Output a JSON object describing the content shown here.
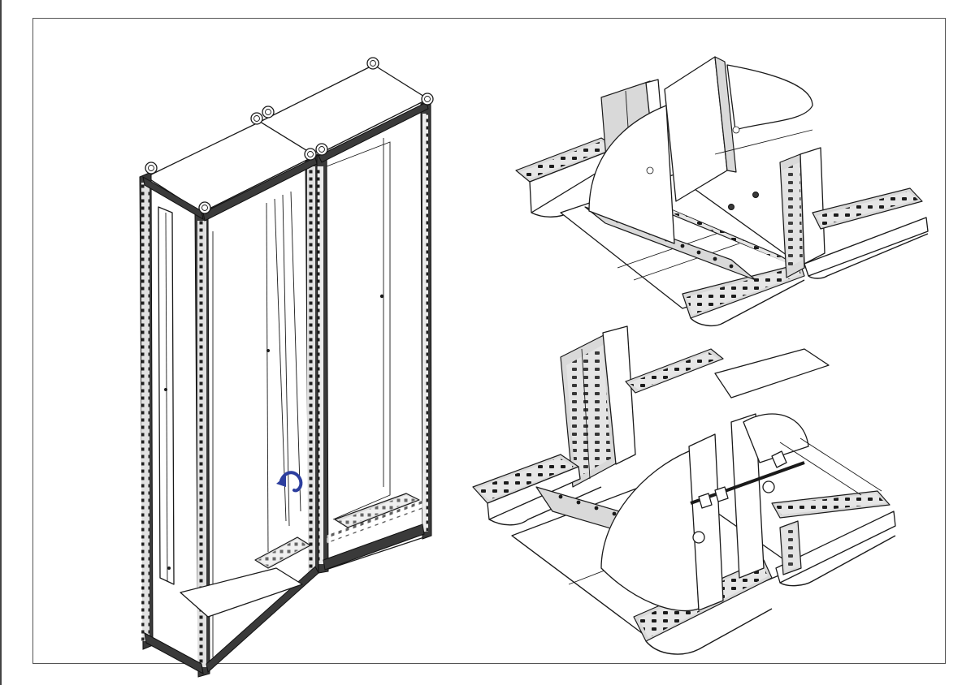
{
  "figure": {
    "panels": [
      {
        "id": "cabinets",
        "content": "two-enclosure-frames-joined"
      },
      {
        "id": "joint-top",
        "content": "base-frame-corner-joint-with-partition"
      },
      {
        "id": "joint-bottom",
        "content": "base-frame-t-joint-with-partition-bolt"
      }
    ]
  },
  "colors": {
    "line": "#1a1a1a",
    "panel_fill": "#ffffff",
    "metal_fill": "#d9d9d9",
    "frame_fill": "#3a3a3a",
    "arrow": "#2c3e9e",
    "border": "#555555"
  },
  "icons": {
    "rotation_arrow": "curved-arrow-icon",
    "lifting_eye": "lifting-eye-icon"
  }
}
